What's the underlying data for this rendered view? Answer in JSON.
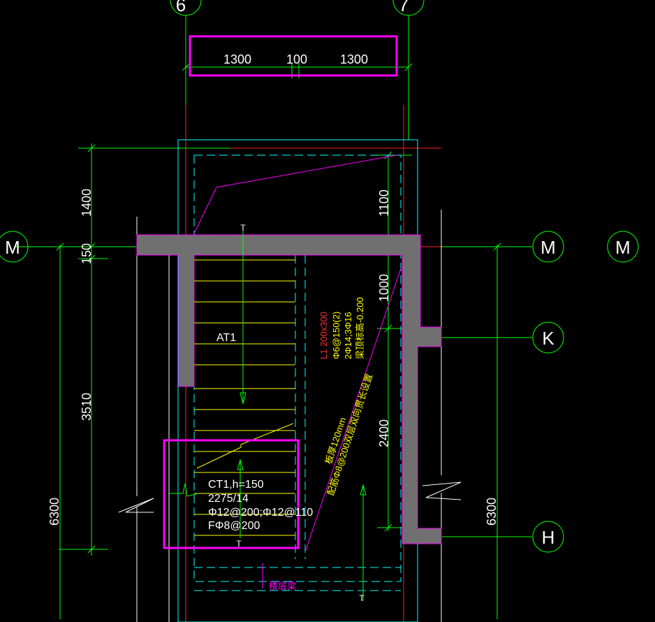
{
  "colors": {
    "background": "#000000",
    "grid_axis": "#ff2020",
    "dimension": "#00ff00",
    "wall_fill": "#707070",
    "wall_edge": "#ff00ff",
    "beam_cyan": "#00ffff",
    "stair_tread": "#ffff00",
    "highlight_box": "#ff00ff",
    "annotation_red": "#ff3030",
    "annotation_yellow": "#ffff00",
    "outline_white": "#ffffff"
  },
  "axis_labels": {
    "col_left": "6",
    "col_right": "7",
    "row_m": "M",
    "row_m_right": "M",
    "row_m_far": "M",
    "row_k": "K",
    "row_h": "H"
  },
  "top_dimensions": {
    "left": "1300",
    "middle": "100",
    "right": "1300"
  },
  "left_dimensions": {
    "d1400": "1400",
    "d150": "150",
    "d3510": "3510",
    "d6300": "6300"
  },
  "right_dimensions": {
    "d1100": "1100",
    "d1000": "1000",
    "d2400": "2400",
    "d6300": "6300"
  },
  "stair": {
    "label": "AT1",
    "ct_line1": "CT1,h=150",
    "ct_line2": "2275/14",
    "ct_line3": "Φ12@200;Φ12@110",
    "ct_line4": "FΦ8@200",
    "up_marker": "T"
  },
  "beam": {
    "line1": "L1 200x300",
    "line2": "Φ6@150(2)",
    "line3": "2Φ14;3Φ16",
    "line4": "梁顶标高-0.200"
  },
  "slab": {
    "line1": "板厚120mm",
    "line2": "配筋Φ8@200双层双向贯长设置"
  },
  "floor_beam_label": "楼层梁"
}
